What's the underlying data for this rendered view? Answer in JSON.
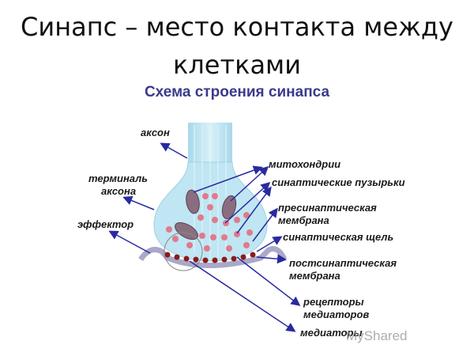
{
  "slide": {
    "title_line1": "Синапс – место контакта между",
    "title_line2": "клетками",
    "subtitle": "Схема строения синапса"
  },
  "labels": {
    "axon": "аксон",
    "terminal_1": "терминаль",
    "terminal_2": "аксона",
    "effector": "эффектор",
    "mitochondria": "митохондрии",
    "vesicles": "синаптические пузырьки",
    "presyn_1": "пресинаптическая",
    "presyn_2": "мембрана",
    "cleft": "синаптическая щель",
    "postsyn_1": "постсинаптическая",
    "postsyn_2": "мембрана",
    "receptors_1": "рецепторы",
    "receptors_2": "медиаторов",
    "mediators": "медиаторы"
  },
  "watermark": "MyShared",
  "colors": {
    "subtitle": "#3a3a8c",
    "arrow": "#2a2aa0",
    "terminal_fill": "#bfe6f2",
    "vesicle": "#e07a8c",
    "receptor": "#8b1a1a",
    "membrane": "#a9a9c8"
  }
}
